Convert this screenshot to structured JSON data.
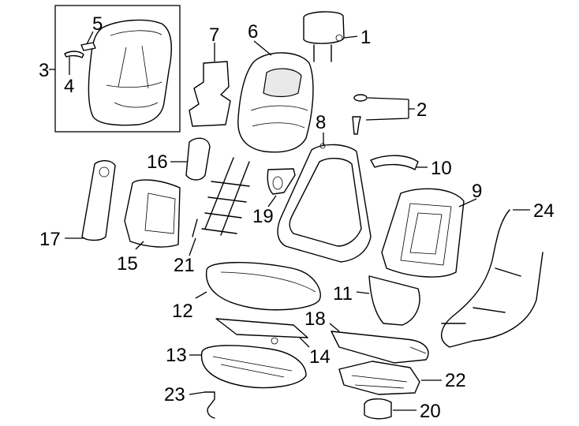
{
  "callouts": [
    {
      "id": "1",
      "label": "1"
    },
    {
      "id": "2",
      "label": "2"
    },
    {
      "id": "3",
      "label": "3"
    },
    {
      "id": "4",
      "label": "4"
    },
    {
      "id": "5",
      "label": "5"
    },
    {
      "id": "6",
      "label": "6"
    },
    {
      "id": "7",
      "label": "7"
    },
    {
      "id": "8",
      "label": "8"
    },
    {
      "id": "9",
      "label": "9"
    },
    {
      "id": "10",
      "label": "10"
    },
    {
      "id": "11",
      "label": "11"
    },
    {
      "id": "12",
      "label": "12"
    },
    {
      "id": "13",
      "label": "13"
    },
    {
      "id": "14",
      "label": "14"
    },
    {
      "id": "15",
      "label": "15"
    },
    {
      "id": "16",
      "label": "16"
    },
    {
      "id": "17",
      "label": "17"
    },
    {
      "id": "18",
      "label": "18"
    },
    {
      "id": "19",
      "label": "19"
    },
    {
      "id": "20",
      "label": "20"
    },
    {
      "id": "21",
      "label": "21"
    },
    {
      "id": "22",
      "label": "22"
    },
    {
      "id": "23",
      "label": "23"
    },
    {
      "id": "24",
      "label": "24"
    }
  ],
  "colors": {
    "line": "#000000",
    "background": "#ffffff",
    "shade": "#e9e9e9"
  }
}
